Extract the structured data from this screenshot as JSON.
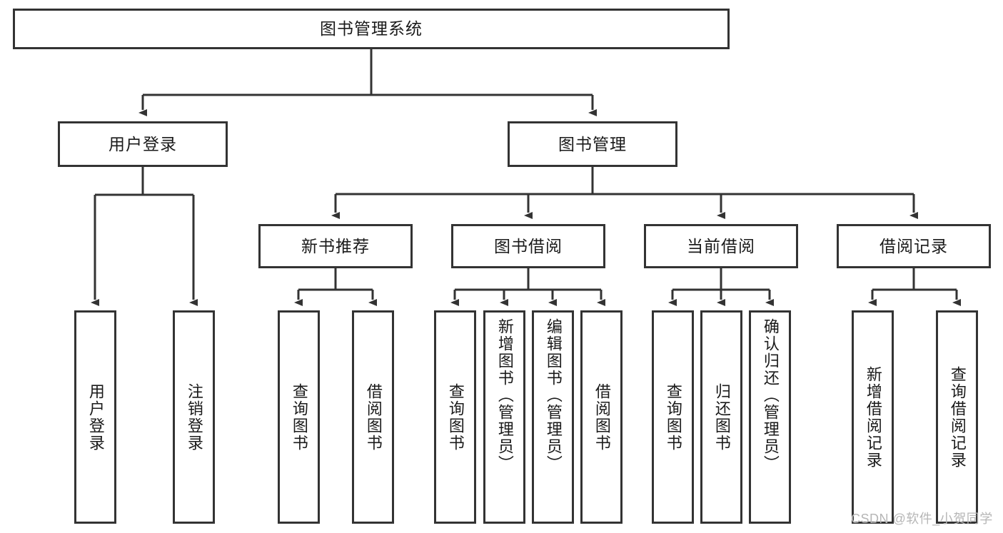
{
  "diagram": {
    "title": "图书管理系统",
    "type": "hierarchy-tree",
    "root": {
      "label": "图书管理系统"
    },
    "level2": [
      {
        "label": "用户登录"
      },
      {
        "label": "图书管理"
      }
    ],
    "level3": [
      {
        "label": "新书推荐"
      },
      {
        "label": "图书借阅"
      },
      {
        "label": "当前借阅"
      },
      {
        "label": "借阅记录"
      }
    ],
    "leaves": {
      "user_login": [
        {
          "label": "用户登录"
        },
        {
          "label": "注销登录"
        }
      ],
      "new_book_recommend": [
        {
          "label": "查询图书"
        },
        {
          "label": "借阅图书"
        }
      ],
      "book_borrow": [
        {
          "label": "查询图书"
        },
        {
          "label": "新增图书（管理员）"
        },
        {
          "label": "编辑图书（管理员）"
        },
        {
          "label": "借阅图书"
        }
      ],
      "current_borrow": [
        {
          "label": "查询图书"
        },
        {
          "label": "归还图书"
        },
        {
          "label": "确认归还（管理员）"
        }
      ],
      "borrow_record": [
        {
          "label": "新增借阅记录"
        },
        {
          "label": "查询借阅记录"
        }
      ]
    }
  },
  "watermark": {
    "text": "CSDN @软件_小贺同学"
  },
  "colors": {
    "stroke": "#333333",
    "background": "#ffffff",
    "text": "#1a1a1a",
    "watermark": "#b6b6b6"
  }
}
